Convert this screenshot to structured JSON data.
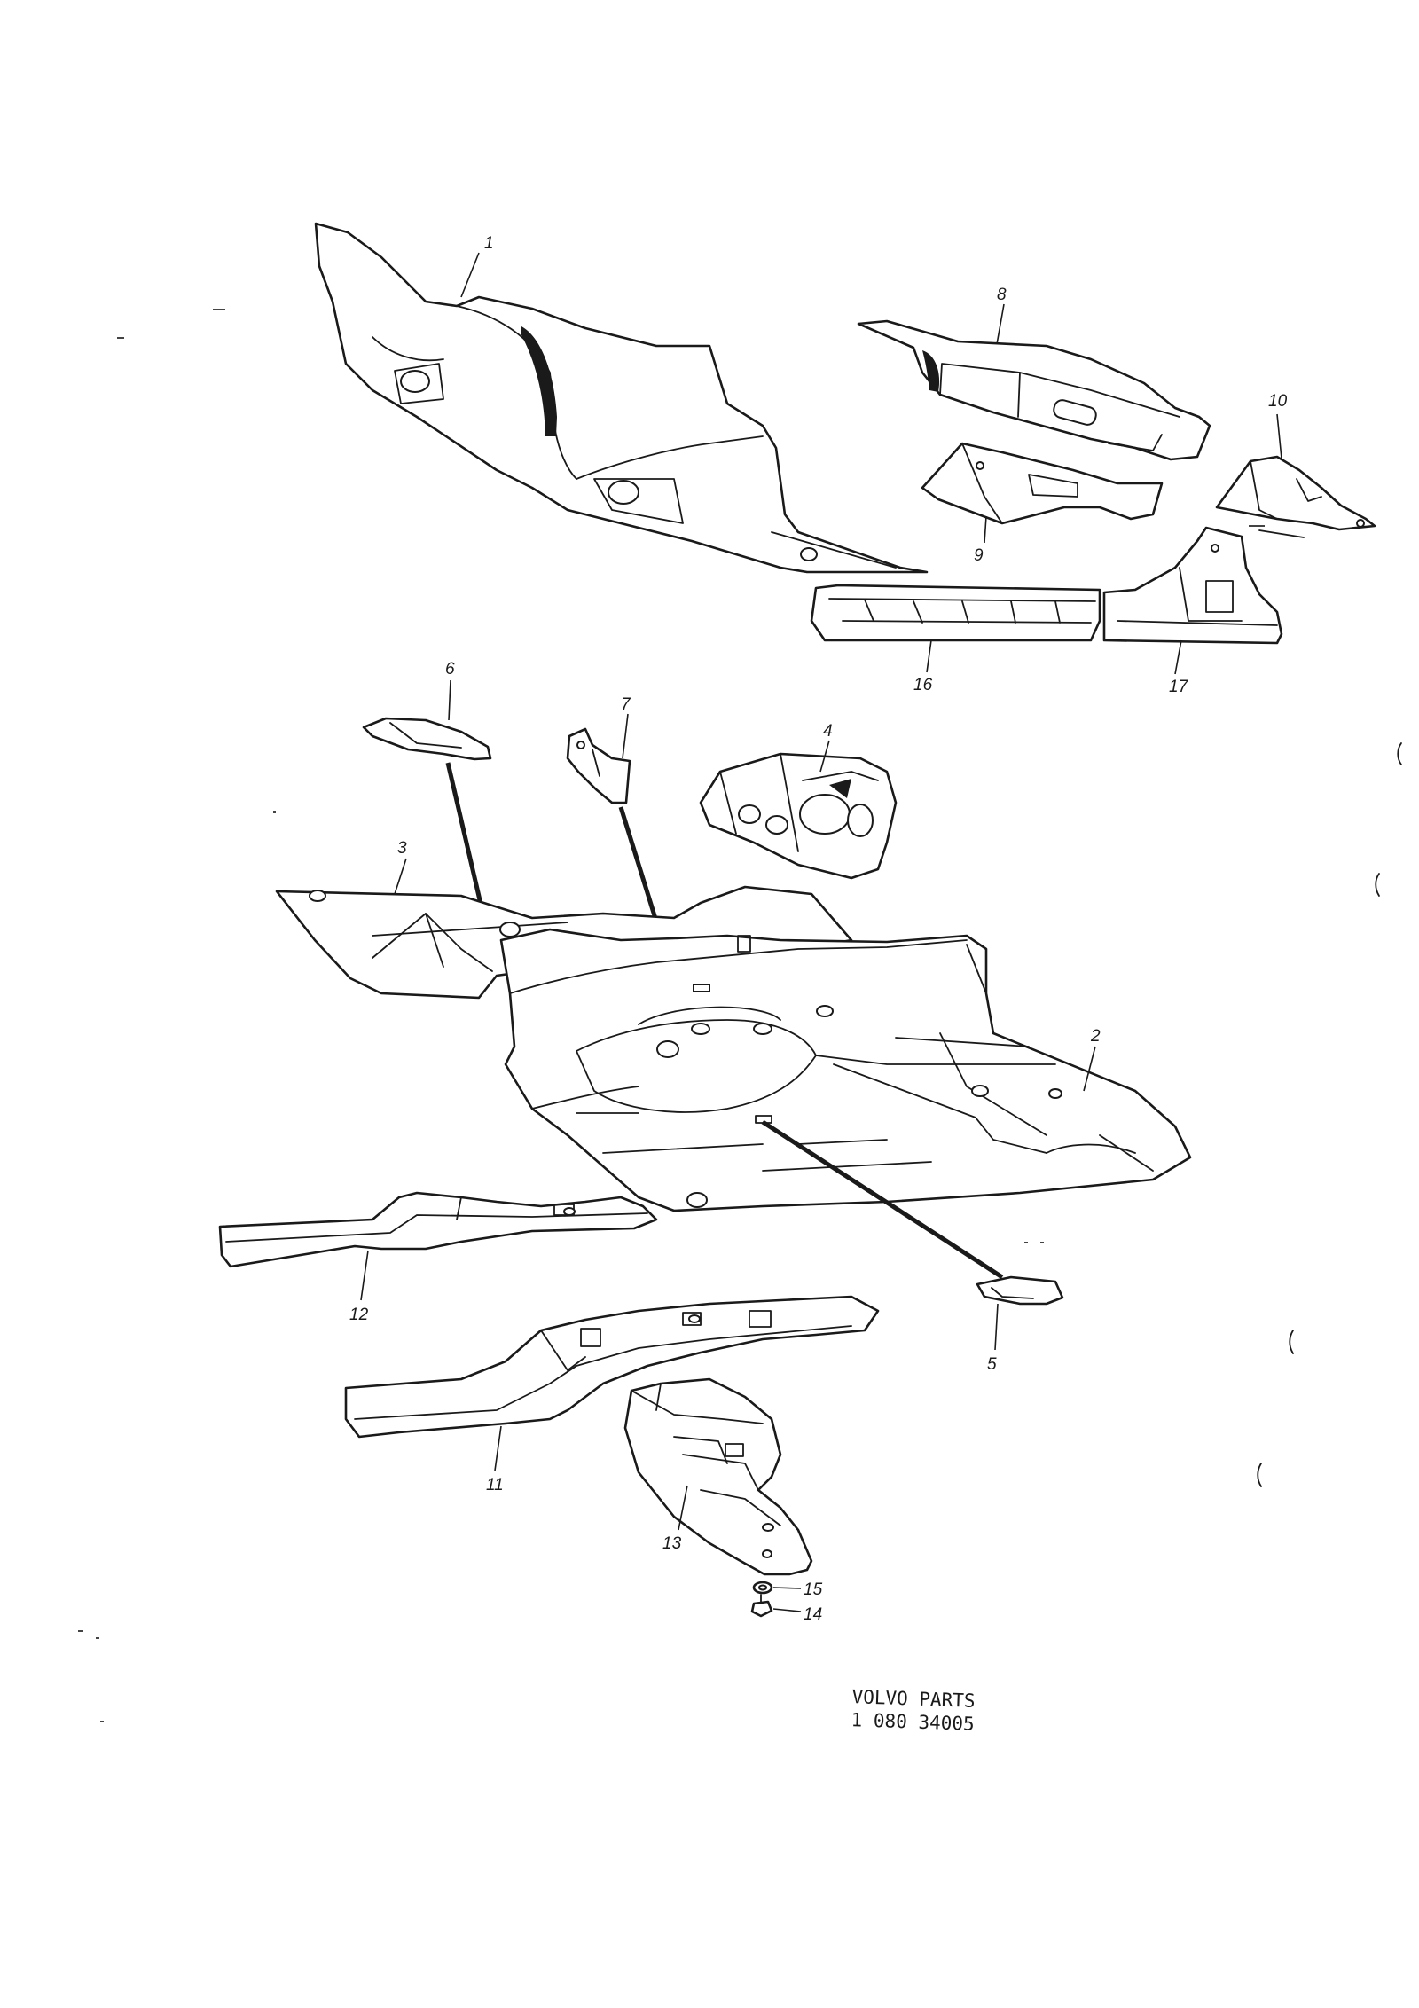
{
  "callouts": {
    "c1": "1",
    "c2": "2",
    "c3": "3",
    "c4": "4",
    "c5": "5",
    "c6": "6",
    "c7": "7",
    "c8": "8",
    "c9": "9",
    "c10": "10",
    "c11": "11",
    "c12": "12",
    "c13": "13",
    "c14": "14",
    "c15": "15",
    "c16": "16",
    "c17": "17"
  },
  "footer": {
    "line1": "VOLVO  PARTS",
    "line2": "1  080  34005"
  }
}
